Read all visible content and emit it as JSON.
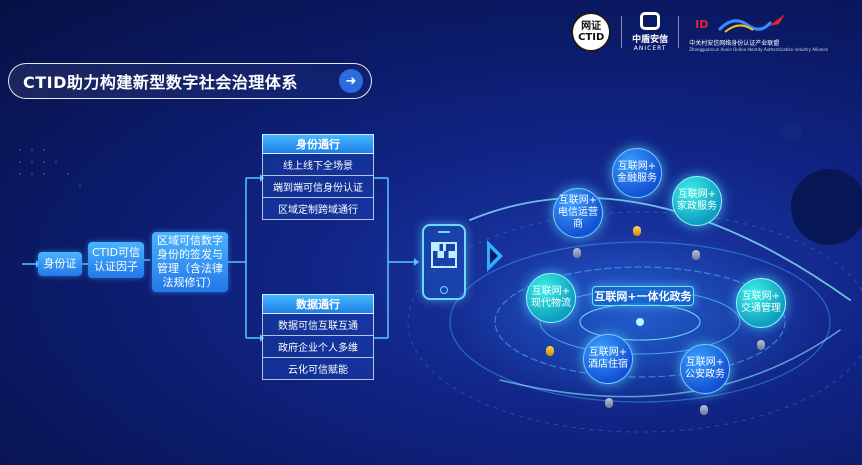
{
  "title": "CTID助力构建新型数字社会治理体系",
  "logos": {
    "seal_line1": "网证",
    "seal_line2": "CTID",
    "anicert_cn": "中盾安信",
    "anicert_en": "ANICERT",
    "union_id": "ID",
    "union_cn": "中关村安信网络身份认证产业联盟",
    "union_en": "Zhongguancun Anxin Online Identity Authentication Industry Alliance"
  },
  "flow": {
    "id_card": "身份证",
    "ctid_factor": "CTID可信\n认证因子",
    "region_node": "区域可信数字\n身份的签发与\n管理（含法律\n法规修订）"
  },
  "identity_pass": {
    "header": "身份通行",
    "rows": [
      "线上线下全场景",
      "端到端可信身份认证",
      "区域定制跨域通行"
    ]
  },
  "data_pass": {
    "header": "数据通行",
    "rows": [
      "数据可信互联互通",
      "政府企业个人多维",
      "云化可信赋能"
    ]
  },
  "center_label": "互联网+一体化政务",
  "planets": {
    "telecom": "互联网+\n电信运营商",
    "finance": "互联网+\n金融服务",
    "housekeeping": "互联网+\n家政服务",
    "logistics": "互联网+\n现代物流",
    "traffic": "互联网+\n交通管理",
    "hotel": "互联网+\n酒店住宿",
    "public_security": "互联网+\n公安政务"
  },
  "colors": {
    "background": "#0b1a66",
    "node_blue": "#2478e8",
    "accent_cyan": "#6fd8ff",
    "planet_cyan": "#0f9fc0"
  }
}
